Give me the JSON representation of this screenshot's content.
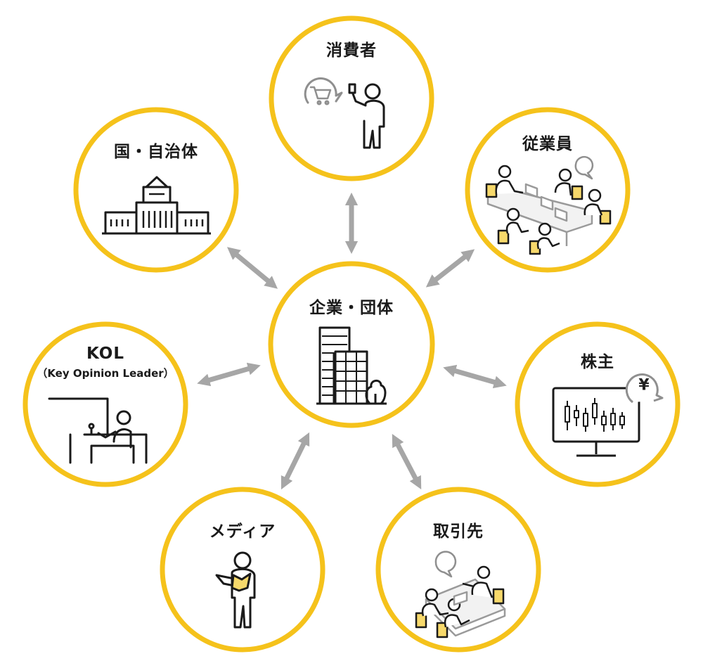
{
  "center": {
    "label": "企業・団体",
    "icon": "office-building-icon"
  },
  "nodes": [
    {
      "id": "consumers",
      "label": "消費者",
      "icon": "shopper-cart-icon"
    },
    {
      "id": "employees",
      "label": "従業員",
      "icon": "office-workers-icon"
    },
    {
      "id": "shareholders",
      "label": "株主",
      "icon": "stock-monitor-icon",
      "badge": "¥"
    },
    {
      "id": "partners",
      "label": "取引先",
      "icon": "business-meeting-icon"
    },
    {
      "id": "media",
      "label": "メディア",
      "icon": "reporter-icon"
    },
    {
      "id": "kol",
      "label": "KOL",
      "sublabel": "（Key Opinion Leader）",
      "icon": "lecturer-icon"
    },
    {
      "id": "government",
      "label": "国・自治体",
      "icon": "parliament-building-icon"
    }
  ],
  "colors": {
    "ring": "#f5c21b",
    "arrow": "#a6a6a6",
    "icon": "#1a1a1a",
    "accent": "#f7d96b",
    "chat": "#8f8f8f"
  }
}
